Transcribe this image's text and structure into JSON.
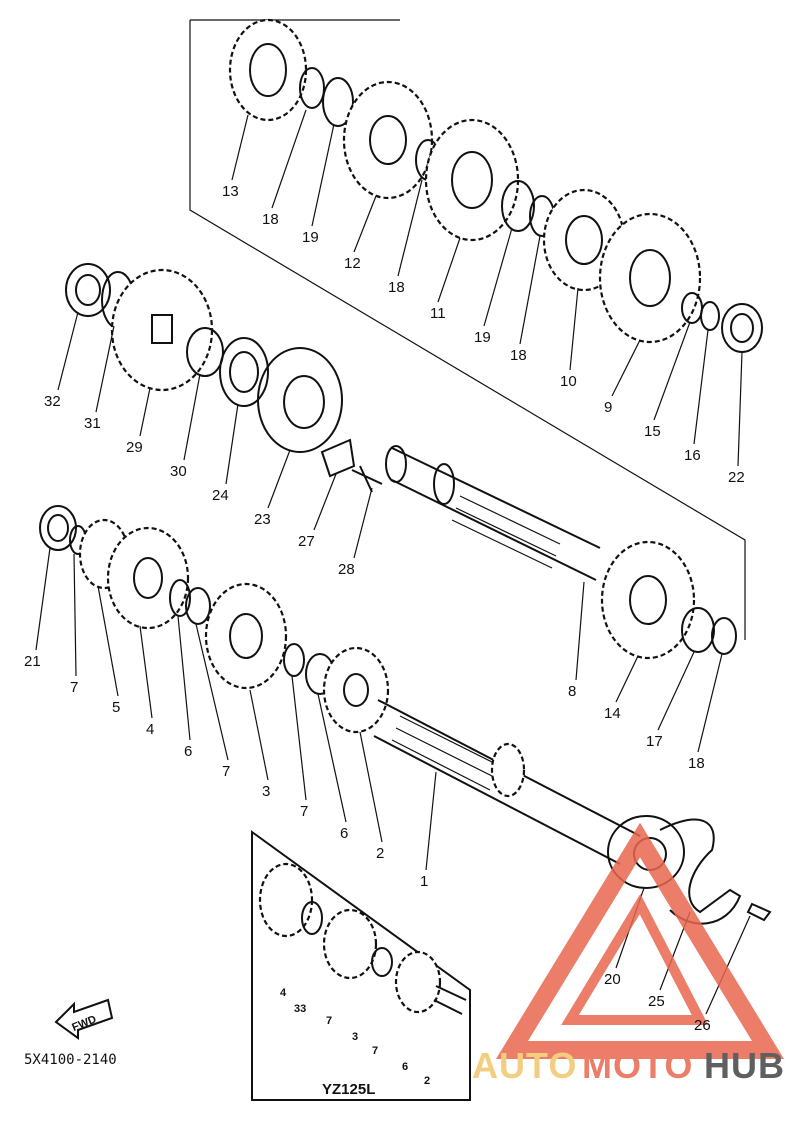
{
  "diagram": {
    "part_numbers": [
      "1",
      "2",
      "3",
      "4",
      "5",
      "6",
      "7",
      "8",
      "9",
      "10",
      "11",
      "12",
      "13",
      "14",
      "15",
      "16",
      "17",
      "18",
      "19",
      "20",
      "21",
      "22",
      "23",
      "24",
      "25",
      "26",
      "27",
      "28",
      "29",
      "30",
      "31",
      "32"
    ],
    "inset_labels": [
      "4",
      "33",
      "7",
      "3",
      "7",
      "6",
      "2"
    ],
    "inset_variant": "YZ125L",
    "diagram_code": "5X4100-2140",
    "direction_arrow": "FWD"
  },
  "watermark": {
    "brand_part1": "AUTO",
    "brand_part2": "MOTO",
    "brand_part3": "HUB",
    "color_primary": "#e8674f",
    "color_secondary": "#f2c66b",
    "color_dark": "#444444"
  }
}
